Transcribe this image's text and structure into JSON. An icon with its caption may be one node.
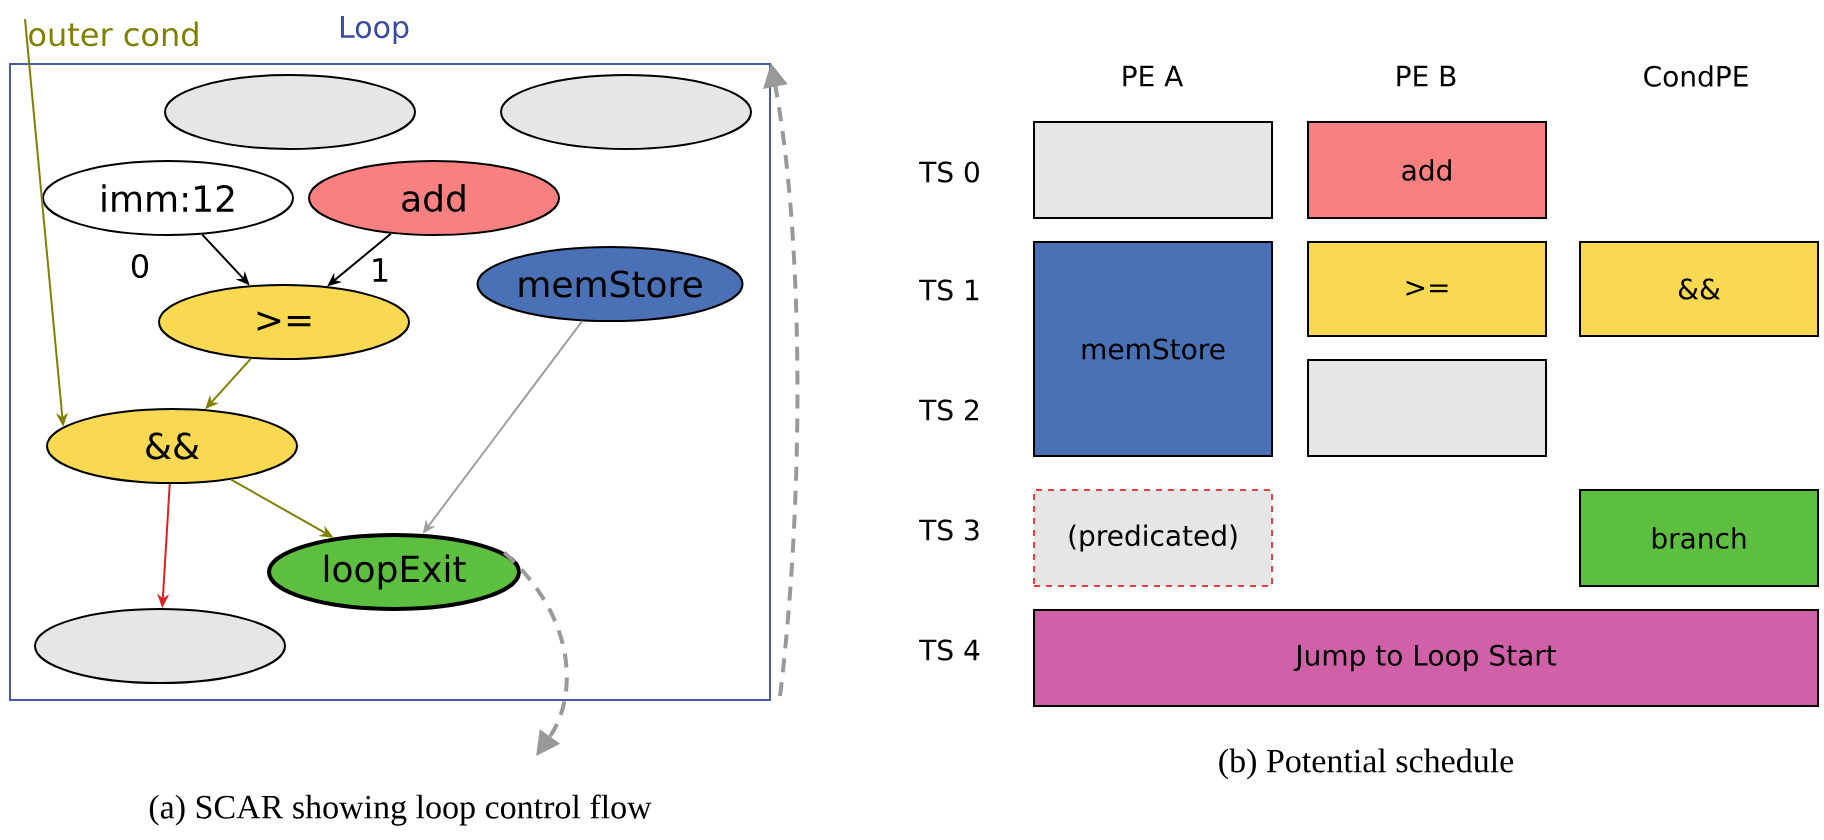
{
  "diagram": {
    "nodes": [
      {
        "text": [
          "Loop"
        ]
      },
      {
        "text": [],
        "shape": "ellipse",
        "in": 0
      },
      {
        "text": [],
        "shape": "ellipse",
        "in": 0
      },
      {
        "text": [
          "imm:12"
        ],
        "in": 0
      },
      {
        "text": [
          "add"
        ],
        "in": 0
      },
      {
        "text": [
          "memStore"
        ],
        "in": 0
      },
      {
        "text": [
          ">="
        ],
        "in": 0
      },
      {
        "text": [
          "&&"
        ],
        "in": 0
      },
      {
        "text": [
          "loopExit"
        ],
        "in": 0
      },
      {
        "text": [],
        "shape": "ellipse",
        "in": 0
      },
      {
        "text": [
          "outer cond"
        ]
      },
      {
        "text": [],
        "shape": "box"
      },
      {
        "text": [
          "add"
        ]
      },
      {
        "text": [
          "memStore"
        ]
      },
      {
        "text": [
          ">="
        ]
      },
      {
        "text": [
          "&&"
        ]
      },
      {
        "text": [],
        "shape": "box"
      },
      {
        "text": [
          "(predicated)"
        ]
      },
      {
        "text": [
          "branch"
        ]
      },
      {
        "text": [
          "Jump to Loop Start"
        ]
      }
    ],
    "edges": [
      {
        "from": 3,
        "to": 6,
        "arrow": "to",
        "label": "0",
        "color": "#000000"
      },
      {
        "from": 4,
        "to": 6,
        "arrow": "to",
        "label": "1",
        "color": "#000000"
      },
      {
        "from": 6,
        "to": 7,
        "arrow": "to",
        "color": "#808000"
      },
      {
        "from": 10,
        "to": 7,
        "arrow": "to",
        "color": "#808000"
      },
      {
        "from": 7,
        "to": 8,
        "arrow": "to",
        "color": "#808000"
      },
      {
        "from": 7,
        "to": 9,
        "arrow": "to",
        "color": "#e02020"
      },
      {
        "from": 5,
        "to": 8,
        "arrow": "to",
        "color": "#a0a0a0"
      },
      {
        "from": 8,
        "to": null,
        "arrow": "to",
        "style": "dashed",
        "color": "#999999"
      },
      {
        "from": null,
        "to": 0,
        "arrow": "to",
        "style": "dashed",
        "color": "#999999"
      }
    ],
    "labels": [
      "PE A",
      "PE B",
      "CondPE",
      "TS 0",
      "TS 1",
      "TS 2",
      "TS 3",
      "TS 4",
      "(a) SCAR showing loop control flow",
      "(b) Potential schedule"
    ]
  }
}
